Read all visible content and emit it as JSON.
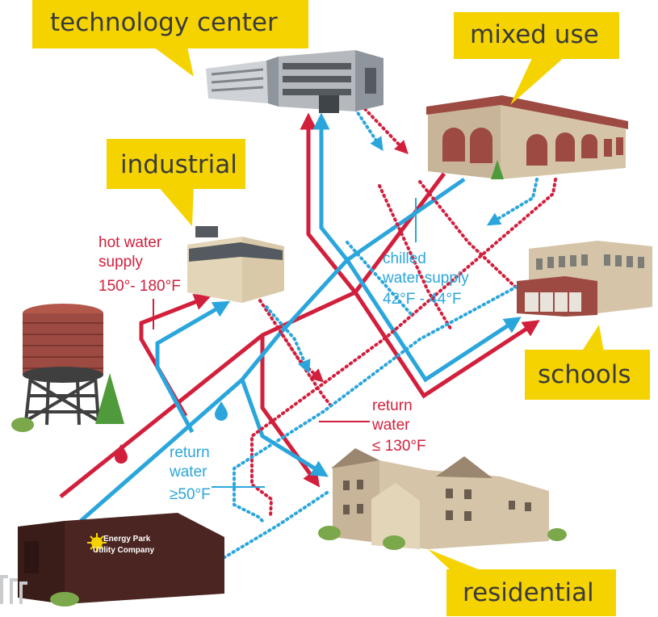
{
  "callouts": {
    "technology_center": "technology center",
    "mixed_use": "mixed use",
    "industrial": "industrial",
    "schools": "schools",
    "residential": "residential"
  },
  "labels": {
    "hot_water_supply": {
      "line1": "hot water",
      "line2": "supply",
      "line3": "150°- 180°F"
    },
    "chilled_water_supply": {
      "line1": "chilled",
      "line2": "water supply",
      "line3": "42°F - 44°F"
    },
    "return_water_hot": {
      "line1": "return",
      "line2": "water",
      "line3": "≤ 130°F"
    },
    "return_water_chilled": {
      "line1": "return",
      "line2": "water",
      "line3": "≥50°F"
    }
  },
  "logo": {
    "line1": "Energy Park",
    "line2": "Utility Company"
  },
  "colors": {
    "callout_yellow": "#f5d300",
    "hot_supply_red": "#d21f3c",
    "chilled_supply_blue": "#2ba6dc",
    "plant_brown": "#4a2521",
    "building_tan": "#d5c4a8",
    "brick": "#9c4a42",
    "tree_green": "#4f9a3a"
  },
  "icons": [
    "water-drop-red-icon",
    "water-drop-blue-icon",
    "sun-logo-icon",
    "water-tower-icon",
    "tree-icon"
  ]
}
